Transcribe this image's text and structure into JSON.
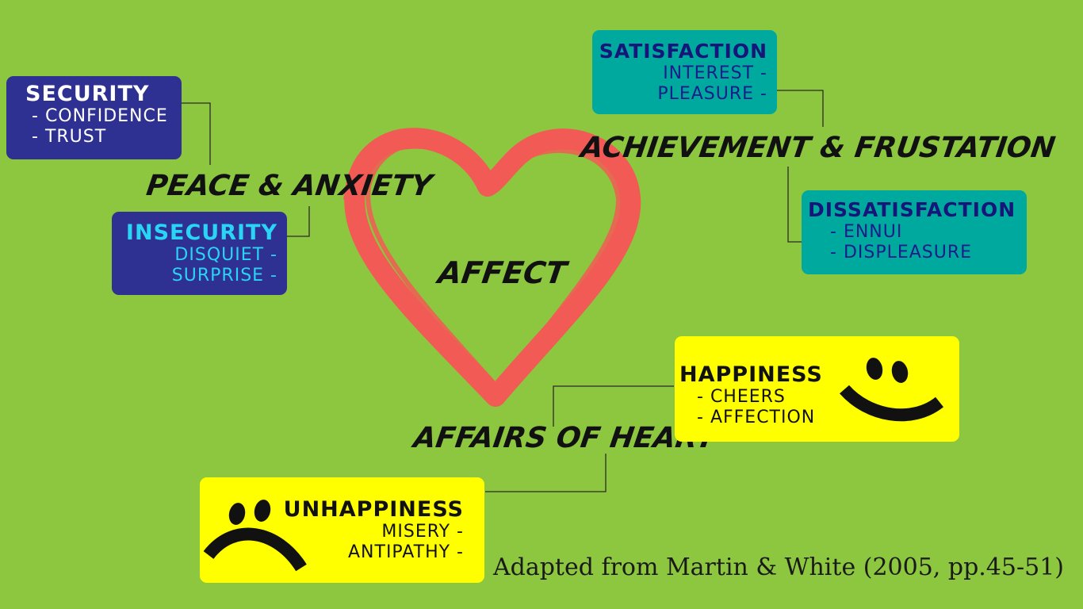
{
  "center": {
    "label": "AFFECT"
  },
  "groups": {
    "peace": {
      "label": "PEACE & ANXIETY",
      "positive": {
        "title": "SECURITY",
        "items": [
          "CONFIDENCE",
          "TRUST"
        ]
      },
      "negative": {
        "title": "INSECURITY",
        "items": [
          "DISQUIET",
          "SURPRISE"
        ]
      }
    },
    "achievement": {
      "label": "ACHIEVEMENT & FRUSTATION",
      "positive": {
        "title": "SATISFACTION",
        "items": [
          "INTEREST",
          "PLEASURE"
        ]
      },
      "negative": {
        "title": "DISSATISFACTION",
        "items": [
          "ENNUI",
          "DISPLEASURE"
        ]
      }
    },
    "heart": {
      "label": "AFFAIRS OF HEART",
      "positive": {
        "title": "HAPPINESS",
        "items": [
          "CHEERS",
          "AFFECTION"
        ]
      },
      "negative": {
        "title": "UNHAPPINESS",
        "items": [
          "MISERY",
          "ANTIPATHY"
        ]
      }
    }
  },
  "credit": "Adapted from Martin & White (2005, pp.45-51)",
  "colors": {
    "background": "#8dc63f",
    "heart": "#f25a55",
    "navy": "#2e3192",
    "insecurity_title": "#29d4f5",
    "teal": "#00a99d",
    "yellow": "#ffff00"
  },
  "icons": [
    "heart-icon",
    "smiley-face-icon",
    "sad-face-icon"
  ]
}
